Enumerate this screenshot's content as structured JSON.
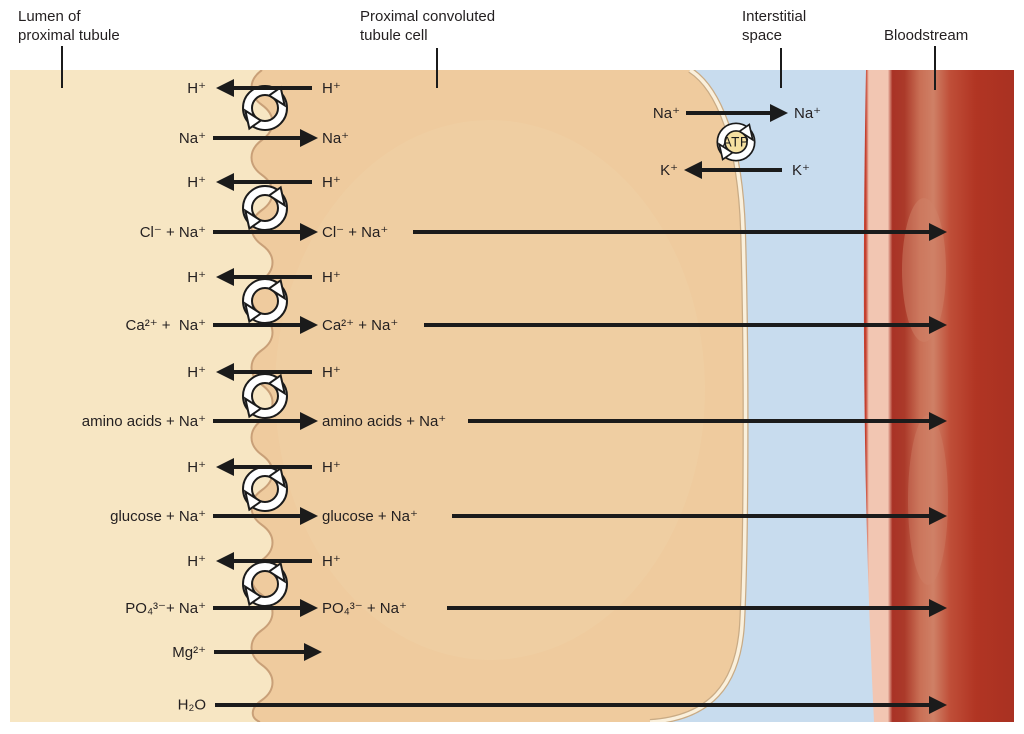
{
  "figure": {
    "description": "Substances reabsorbed and secreted across a proximal convoluted tubule cell",
    "region_labels": {
      "lumen": {
        "line1": "Lumen of",
        "line2": "proximal tubule"
      },
      "cell": {
        "line1": "Proximal convoluted",
        "line2": "tubule cell"
      },
      "interstitial": {
        "line1": "Interstitial",
        "line2": "space"
      },
      "bloodstream": {
        "line1": "Bloodstream"
      }
    },
    "colors": {
      "lumen_fill": "#f7e6c3",
      "cell_fill": "#efcb9e",
      "interstitial_fill": "#c8dcee",
      "blood_pink": "#f2c6b2",
      "blood_dark_red": "#a93226",
      "blood_mid_red": "#c05036",
      "membrane_line": "#c9a078",
      "arrow_black": "#1b1b1b",
      "atp_yellow": "#f5e0a0"
    }
  },
  "rows": [
    {
      "left": "H⁺",
      "right": "H⁺"
    },
    {
      "left": "Na⁺",
      "right": "Na⁺"
    },
    {
      "left": "H⁺",
      "right": "H⁺"
    },
    {
      "left": "Cl⁻ + Na⁺",
      "right": "Cl⁻ + Na⁺"
    },
    {
      "left": "H⁺",
      "right": "H⁺"
    },
    {
      "left": "Ca²⁺ +  Na⁺",
      "right": "Ca²⁺ + Na⁺"
    },
    {
      "left": "H⁺",
      "right": "H⁺"
    },
    {
      "left": "amino acids + Na⁺",
      "right": "amino acids + Na⁺"
    },
    {
      "left": "H⁺",
      "right": "H⁺"
    },
    {
      "left": "glucose + Na⁺",
      "right": "glucose + Na⁺"
    },
    {
      "left": "H⁺",
      "right": "H⁺"
    },
    {
      "left": "PO₄³⁻+ Na⁺",
      "right": "PO₄³⁻ + Na⁺"
    },
    {
      "left": "Mg²⁺"
    },
    {
      "left": "H₂O"
    }
  ],
  "pump": {
    "na_in": "Na⁺",
    "na_out": "Na⁺",
    "k_out": "K⁺",
    "k_in": "K⁺",
    "atp_label": "ATP"
  }
}
